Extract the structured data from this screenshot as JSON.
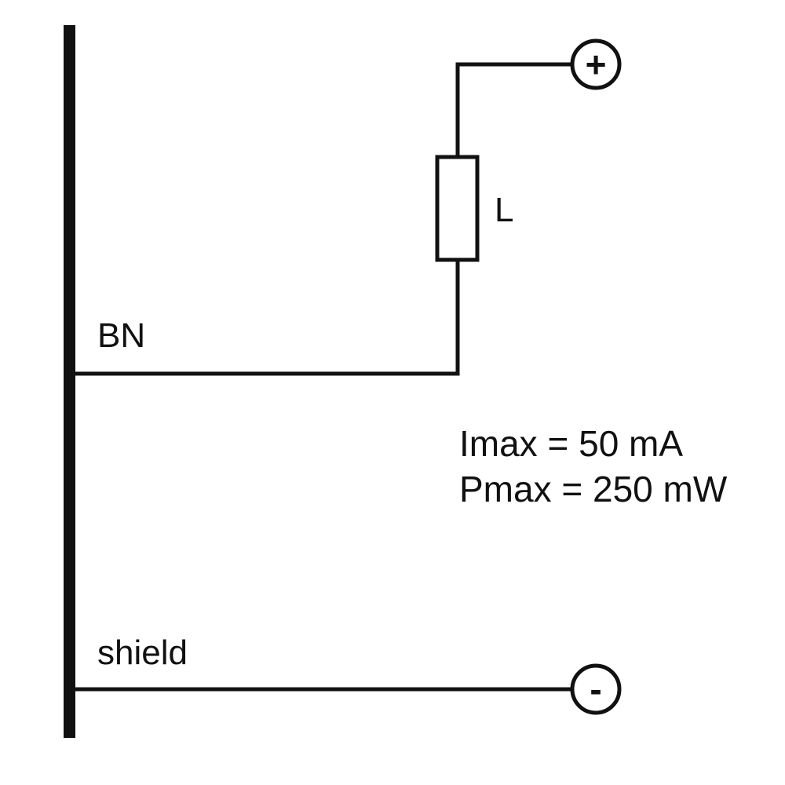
{
  "labels": {
    "bn": "BN",
    "shield": "shield",
    "load": "L"
  },
  "terminals": {
    "positive": "+",
    "negative": "-"
  },
  "specs": {
    "imax": "Imax = 50 mA",
    "pmax": "Pmax = 250 mW"
  },
  "icons": {
    "load": "resistor-icon",
    "positive": "plus-terminal-icon",
    "negative": "minus-terminal-icon"
  },
  "colors": {
    "line": "#111111",
    "background": "#ffffff"
  }
}
